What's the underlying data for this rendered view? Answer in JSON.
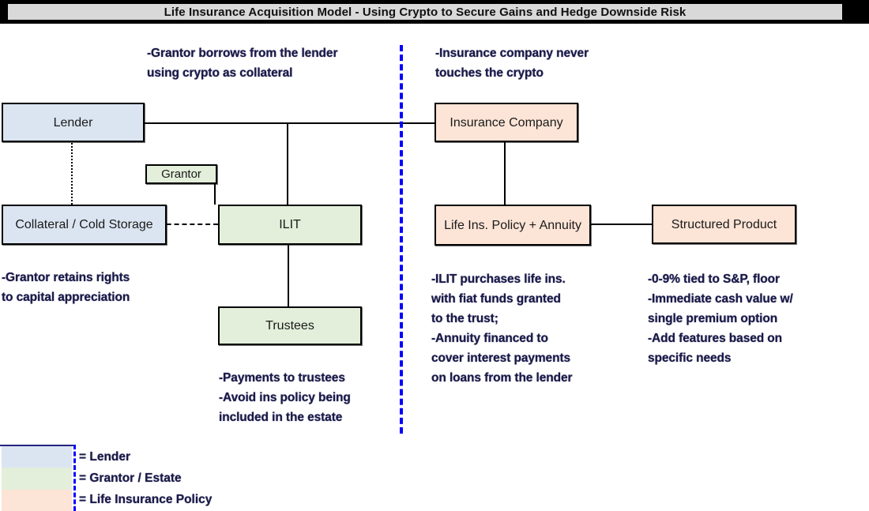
{
  "title": {
    "text": "Life Insurance Acquisition Model - Using Crypto to Secure Gains and Hedge Downside Risk"
  },
  "colors": {
    "lender_fill": "#dbe5f1",
    "grantor_estate_fill": "#e3efda",
    "life_policy_fill": "#fce4d6",
    "title_bar_bg": "#d9d9d9",
    "divider_blue": "#0000ff",
    "annotation_text": "#191947",
    "box_border": "#000000"
  },
  "boxes": {
    "lender": {
      "label": "Lender"
    },
    "insurance_company": {
      "label": "Insurance Company"
    },
    "grantor": {
      "label": "Grantor"
    },
    "collateral": {
      "label": "Collateral / Cold Storage"
    },
    "ilit": {
      "label": "ILIT"
    },
    "life_policy": {
      "label": "Life Ins. Policy + Annuity"
    },
    "structured_product": {
      "label": "Structured Product"
    },
    "trustees": {
      "label": "Trustees"
    }
  },
  "annotations": {
    "lender_note": "-Grantor borrows from the lender\nusing crypto as collateral",
    "insurance_note": "-Insurance company never\ntouches the crypto",
    "collateral_note": "-Grantor retains rights\nto capital appreciation",
    "policy_note": "-ILIT purchases life ins.\nwith fiat funds granted\nto the trust;\n-Annuity financed to\ncover interest payments\non loans from the lender",
    "product_note": "-0-9% tied to S&P, floor\n-Immediate cash value w/\nsingle premium option\n-Add features based on\nspecific needs",
    "trustees_note": "-Payments to trustees\n-Avoid ins policy being\nincluded in the estate"
  },
  "legend": {
    "items": [
      {
        "label": "= Lender",
        "color": "#dbe5f1"
      },
      {
        "label": "= Grantor / Estate",
        "color": "#e3efda"
      },
      {
        "label": "= Life Insurance Policy",
        "color": "#fce4d6"
      }
    ]
  }
}
